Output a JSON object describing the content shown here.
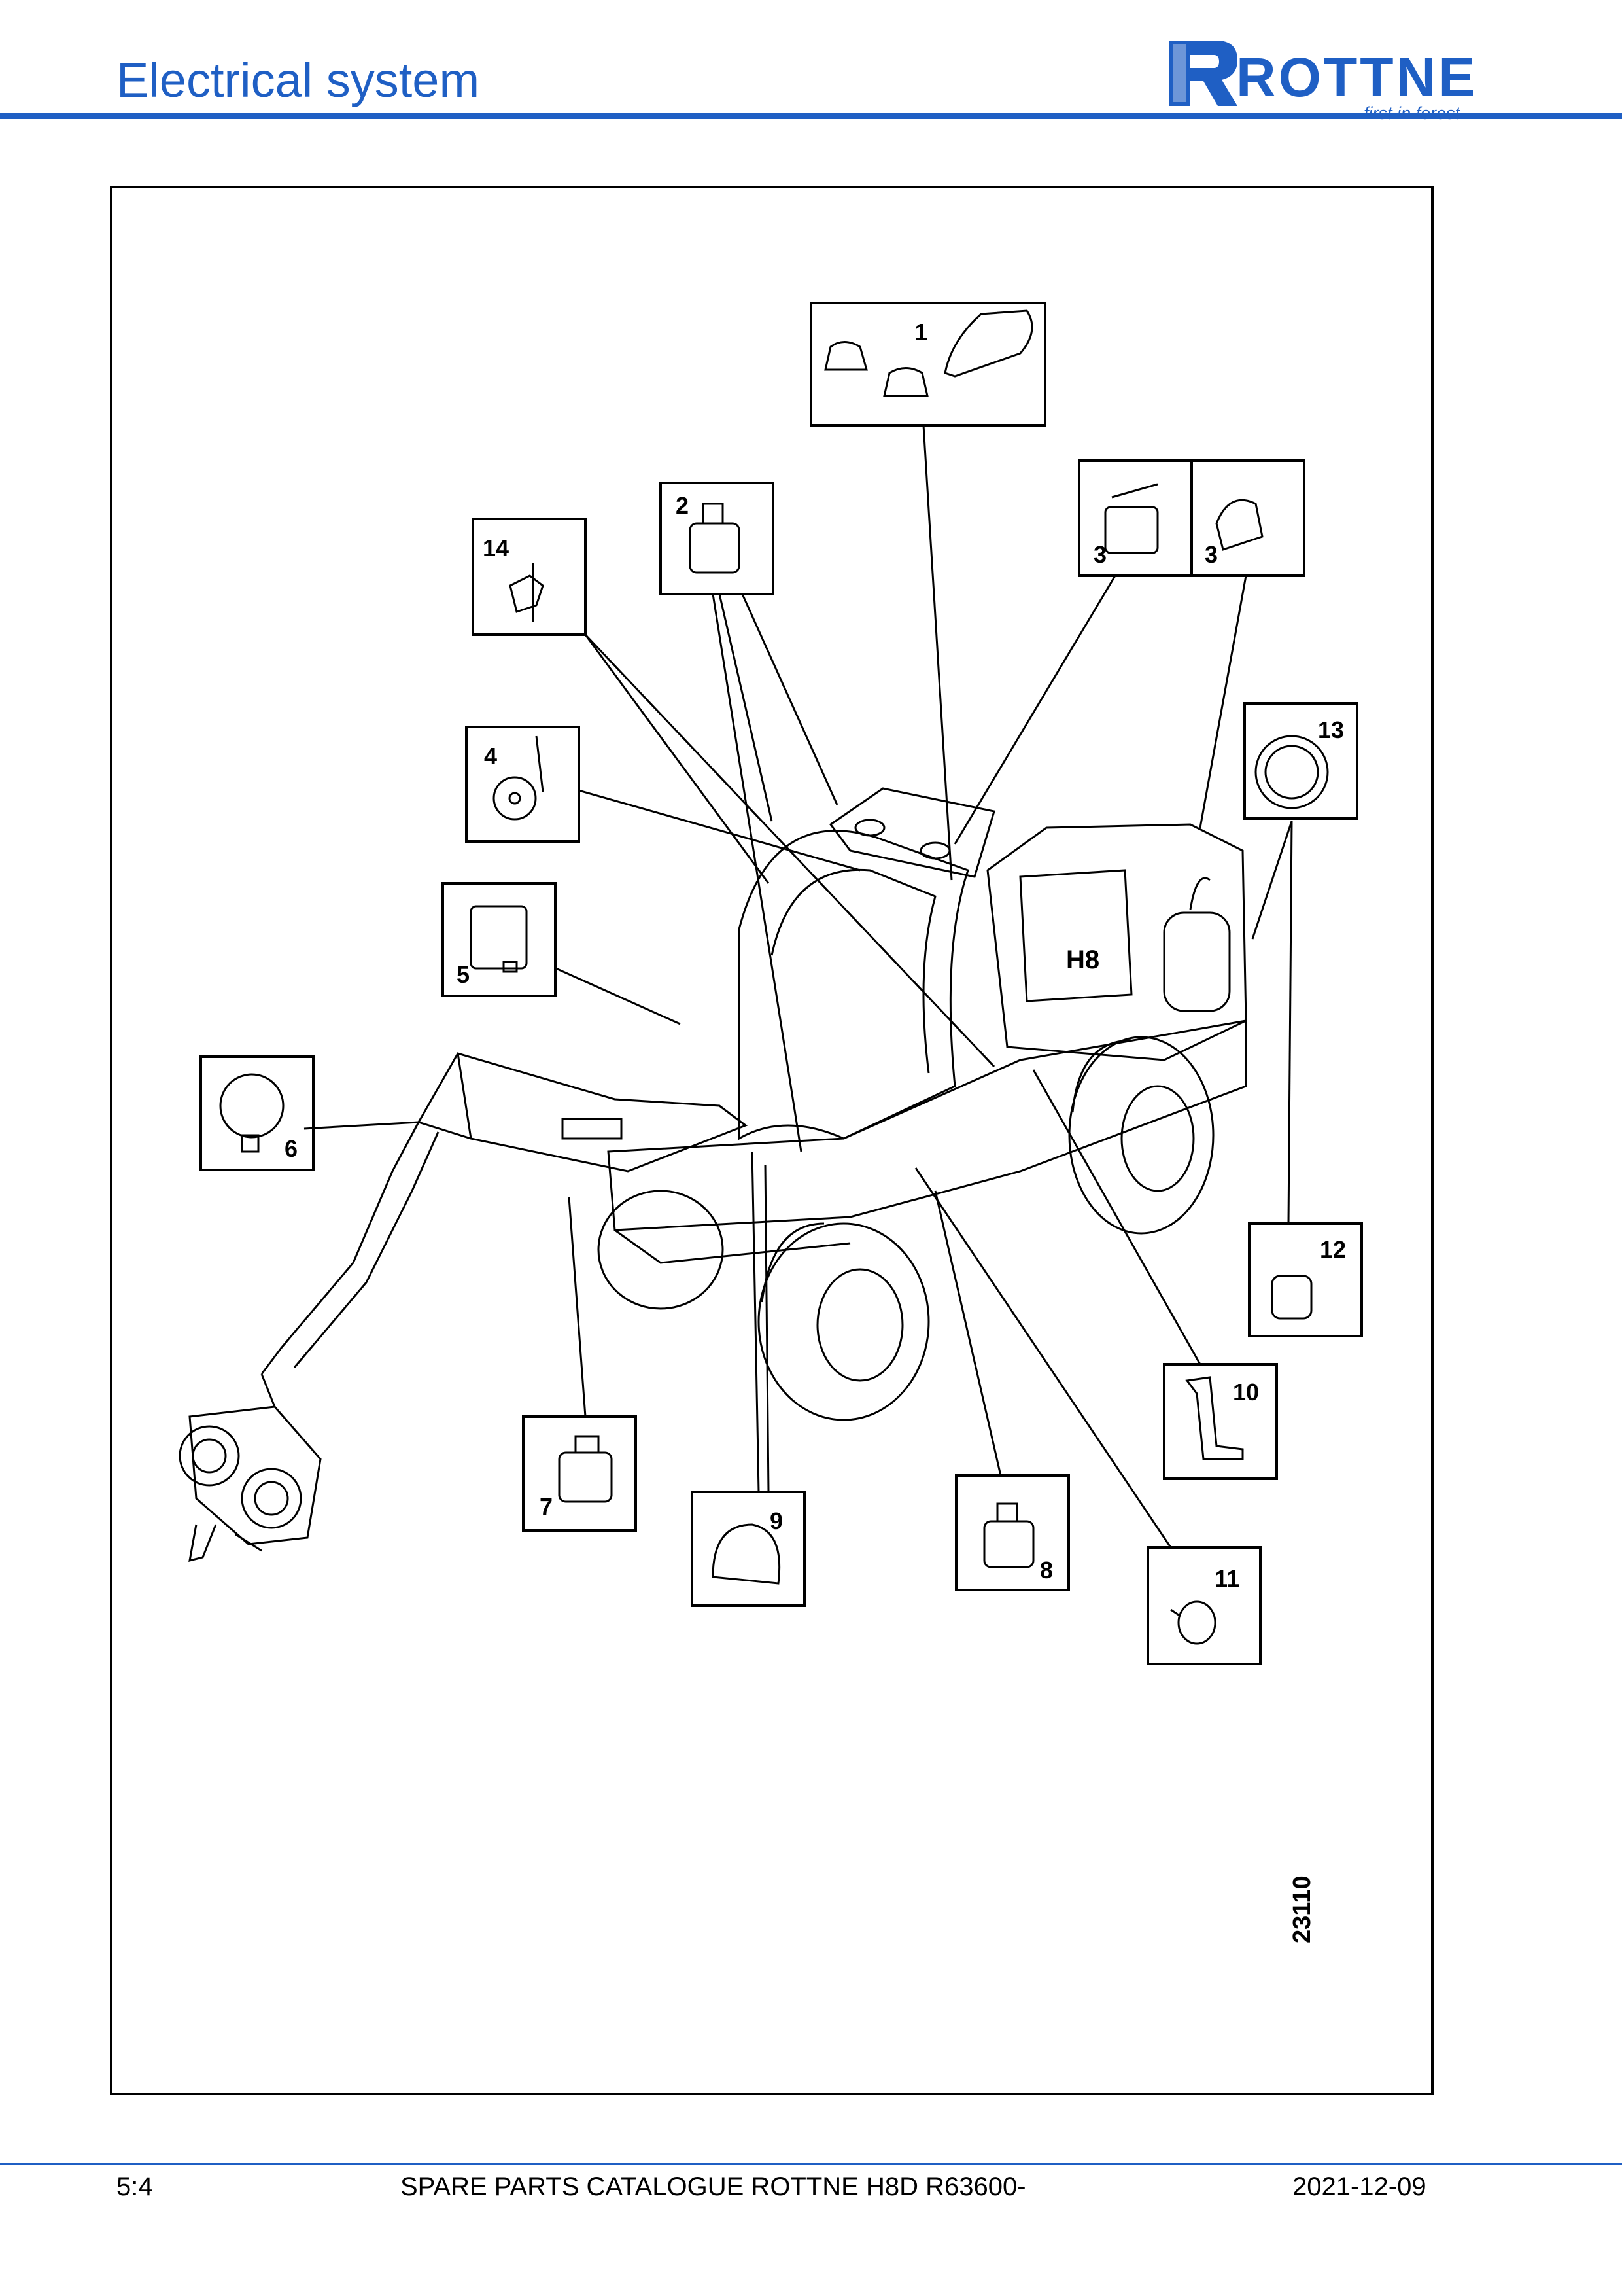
{
  "header": {
    "title": "Electrical system",
    "brand_color": "#1f5fc4",
    "logo": {
      "name": "ROTTNE",
      "tagline": "first in forest"
    }
  },
  "figure": {
    "drawing_number": "23110",
    "callouts": [
      "1",
      "2",
      "3",
      "3",
      "4",
      "5",
      "6",
      "7",
      "8",
      "9",
      "10",
      "11",
      "12",
      "13",
      "14"
    ]
  },
  "footer": {
    "page": "5:4",
    "title": "SPARE PARTS CATALOGUE ROTTNE H8D R63600-",
    "date": "2021-12-09"
  }
}
